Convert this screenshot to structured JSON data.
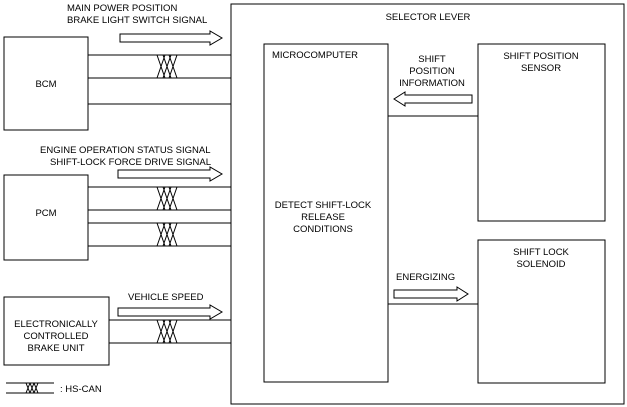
{
  "blocks": {
    "bcm": "BCM",
    "pcm": "PCM",
    "ebcu": [
      "ELECTRONICALLY",
      "CONTROLLED",
      "BRAKE UNIT"
    ],
    "selector_lever": "SELECTOR LEVER",
    "microcomputer": "MICROCOMPUTER",
    "microcomputer_function": [
      "DETECT SHIFT-LOCK",
      "RELEASE",
      "CONDITIONS"
    ],
    "shift_position_sensor": [
      "SHIFT POSITION",
      "SENSOR"
    ],
    "shift_lock_solenoid": [
      "SHIFT LOCK",
      "SOLENOID"
    ]
  },
  "signals": {
    "bcm": [
      "MAIN POWER POSITION",
      "BRAKE LIGHT SWITCH SIGNAL"
    ],
    "pcm": [
      "ENGINE OPERATION STATUS SIGNAL",
      "SHIFT-LOCK FORCE DRIVE SIGNAL"
    ],
    "ebcu": [
      "VEHICLE SPEED"
    ],
    "shift_position": [
      "SHIFT",
      "POSITION",
      "INFORMATION"
    ],
    "energizing": [
      "ENERGIZING"
    ]
  },
  "legend": {
    "label": ": HS-CAN"
  }
}
